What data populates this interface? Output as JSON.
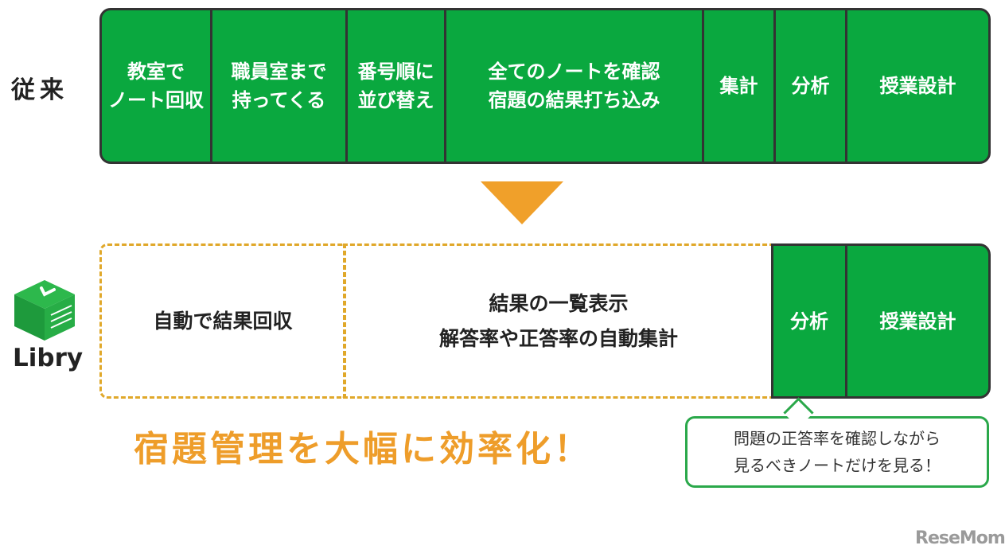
{
  "top_row": {
    "label": "従来",
    "steps": [
      {
        "text": "教室で\nノート回収"
      },
      {
        "text": "職員室まで\n持ってくる"
      },
      {
        "text": "番号順に\n並び替え"
      },
      {
        "text": "全てのノートを確認\n宿題の結果打ち込み"
      },
      {
        "text": "集計"
      },
      {
        "text": "分析"
      },
      {
        "text": "授業設計"
      }
    ]
  },
  "bottom_row": {
    "label": "Libry",
    "dashed_steps": [
      {
        "text": "自動で結果回収"
      },
      {
        "text": "結果の一覧表示\n解答率や正答率の自動集計"
      }
    ],
    "steps": [
      {
        "text": "分析"
      },
      {
        "text": "授業設計"
      }
    ]
  },
  "headline": "宿題管理を大幅に効率化！",
  "callout": "問題の正答率を確認しながら\n見るべきノートだけを見る！",
  "watermark": "ReseMom",
  "colors": {
    "green": "#0aa83f",
    "orange": "#ee9d2a",
    "dash": "#e0a82a",
    "callout_border": "#2aa84a"
  }
}
